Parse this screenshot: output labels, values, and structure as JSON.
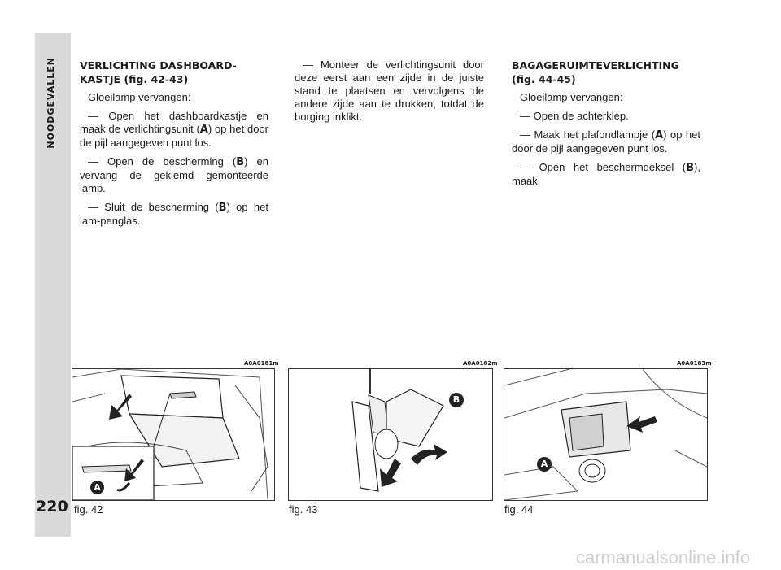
{
  "section": "NOODGEVALLEN",
  "page_number": "220",
  "col1": {
    "heading_main": "VERLICHTING DASHBOARD-KASTJE",
    "heading_ref": "(fig. 42-43)",
    "intro": "Gloeilamp vervangen:",
    "p1_a": "— Open het dashboardkastje en maak de verlichtingsunit (",
    "p1_b": "A",
    "p1_c": ") op het door de pijl aangegeven punt los.",
    "p2_a": "— Open de bescherming (",
    "p2_b": "B",
    "p2_c": ") en vervang de geklemd gemonteerde lamp.",
    "p3_a": "— Sluit de bescherming (",
    "p3_b": "B",
    "p3_c": ") op het lam-penglas."
  },
  "col2": {
    "p1": "— Monteer de verlichtingsunit door deze eerst aan een zijde in de juiste stand te plaatsen en vervolgens de andere zijde aan te drukken, totdat de borging inklikt."
  },
  "col3": {
    "heading_main": "BAGAGERUIMTEVERLICHTING",
    "heading_ref": "(fig. 44-45)",
    "intro": "Gloeilamp vervangen:",
    "p1": "— Open de achterklep.",
    "p2_a": "— Maak het plafondlampje (",
    "p2_b": "A",
    "p2_c": ") op het door de pijl aangegeven punt los.",
    "p3_a": "— Open het beschermdeksel (",
    "p3_b": "B",
    "p3_c": "), maak"
  },
  "figures": [
    {
      "code": "A0A0181m",
      "caption": "fig. 42",
      "label": "A"
    },
    {
      "code": "A0A0182m",
      "caption": "fig. 43",
      "label": "B"
    },
    {
      "code": "A0A0183m",
      "caption": "fig. 44",
      "label": "A"
    }
  ],
  "watermark": "carmanualsonline.info"
}
